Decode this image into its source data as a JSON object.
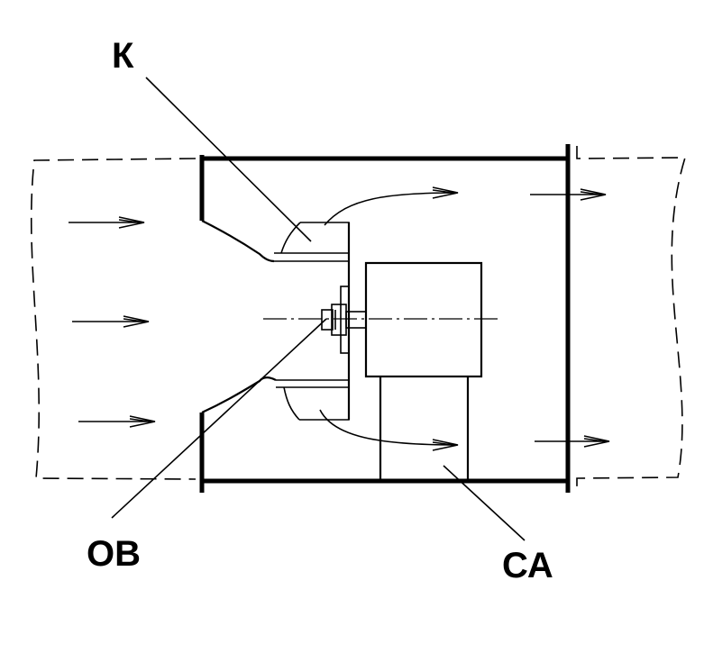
{
  "labels": {
    "k": "К",
    "ov": "ОВ",
    "ca": "СА"
  }
}
